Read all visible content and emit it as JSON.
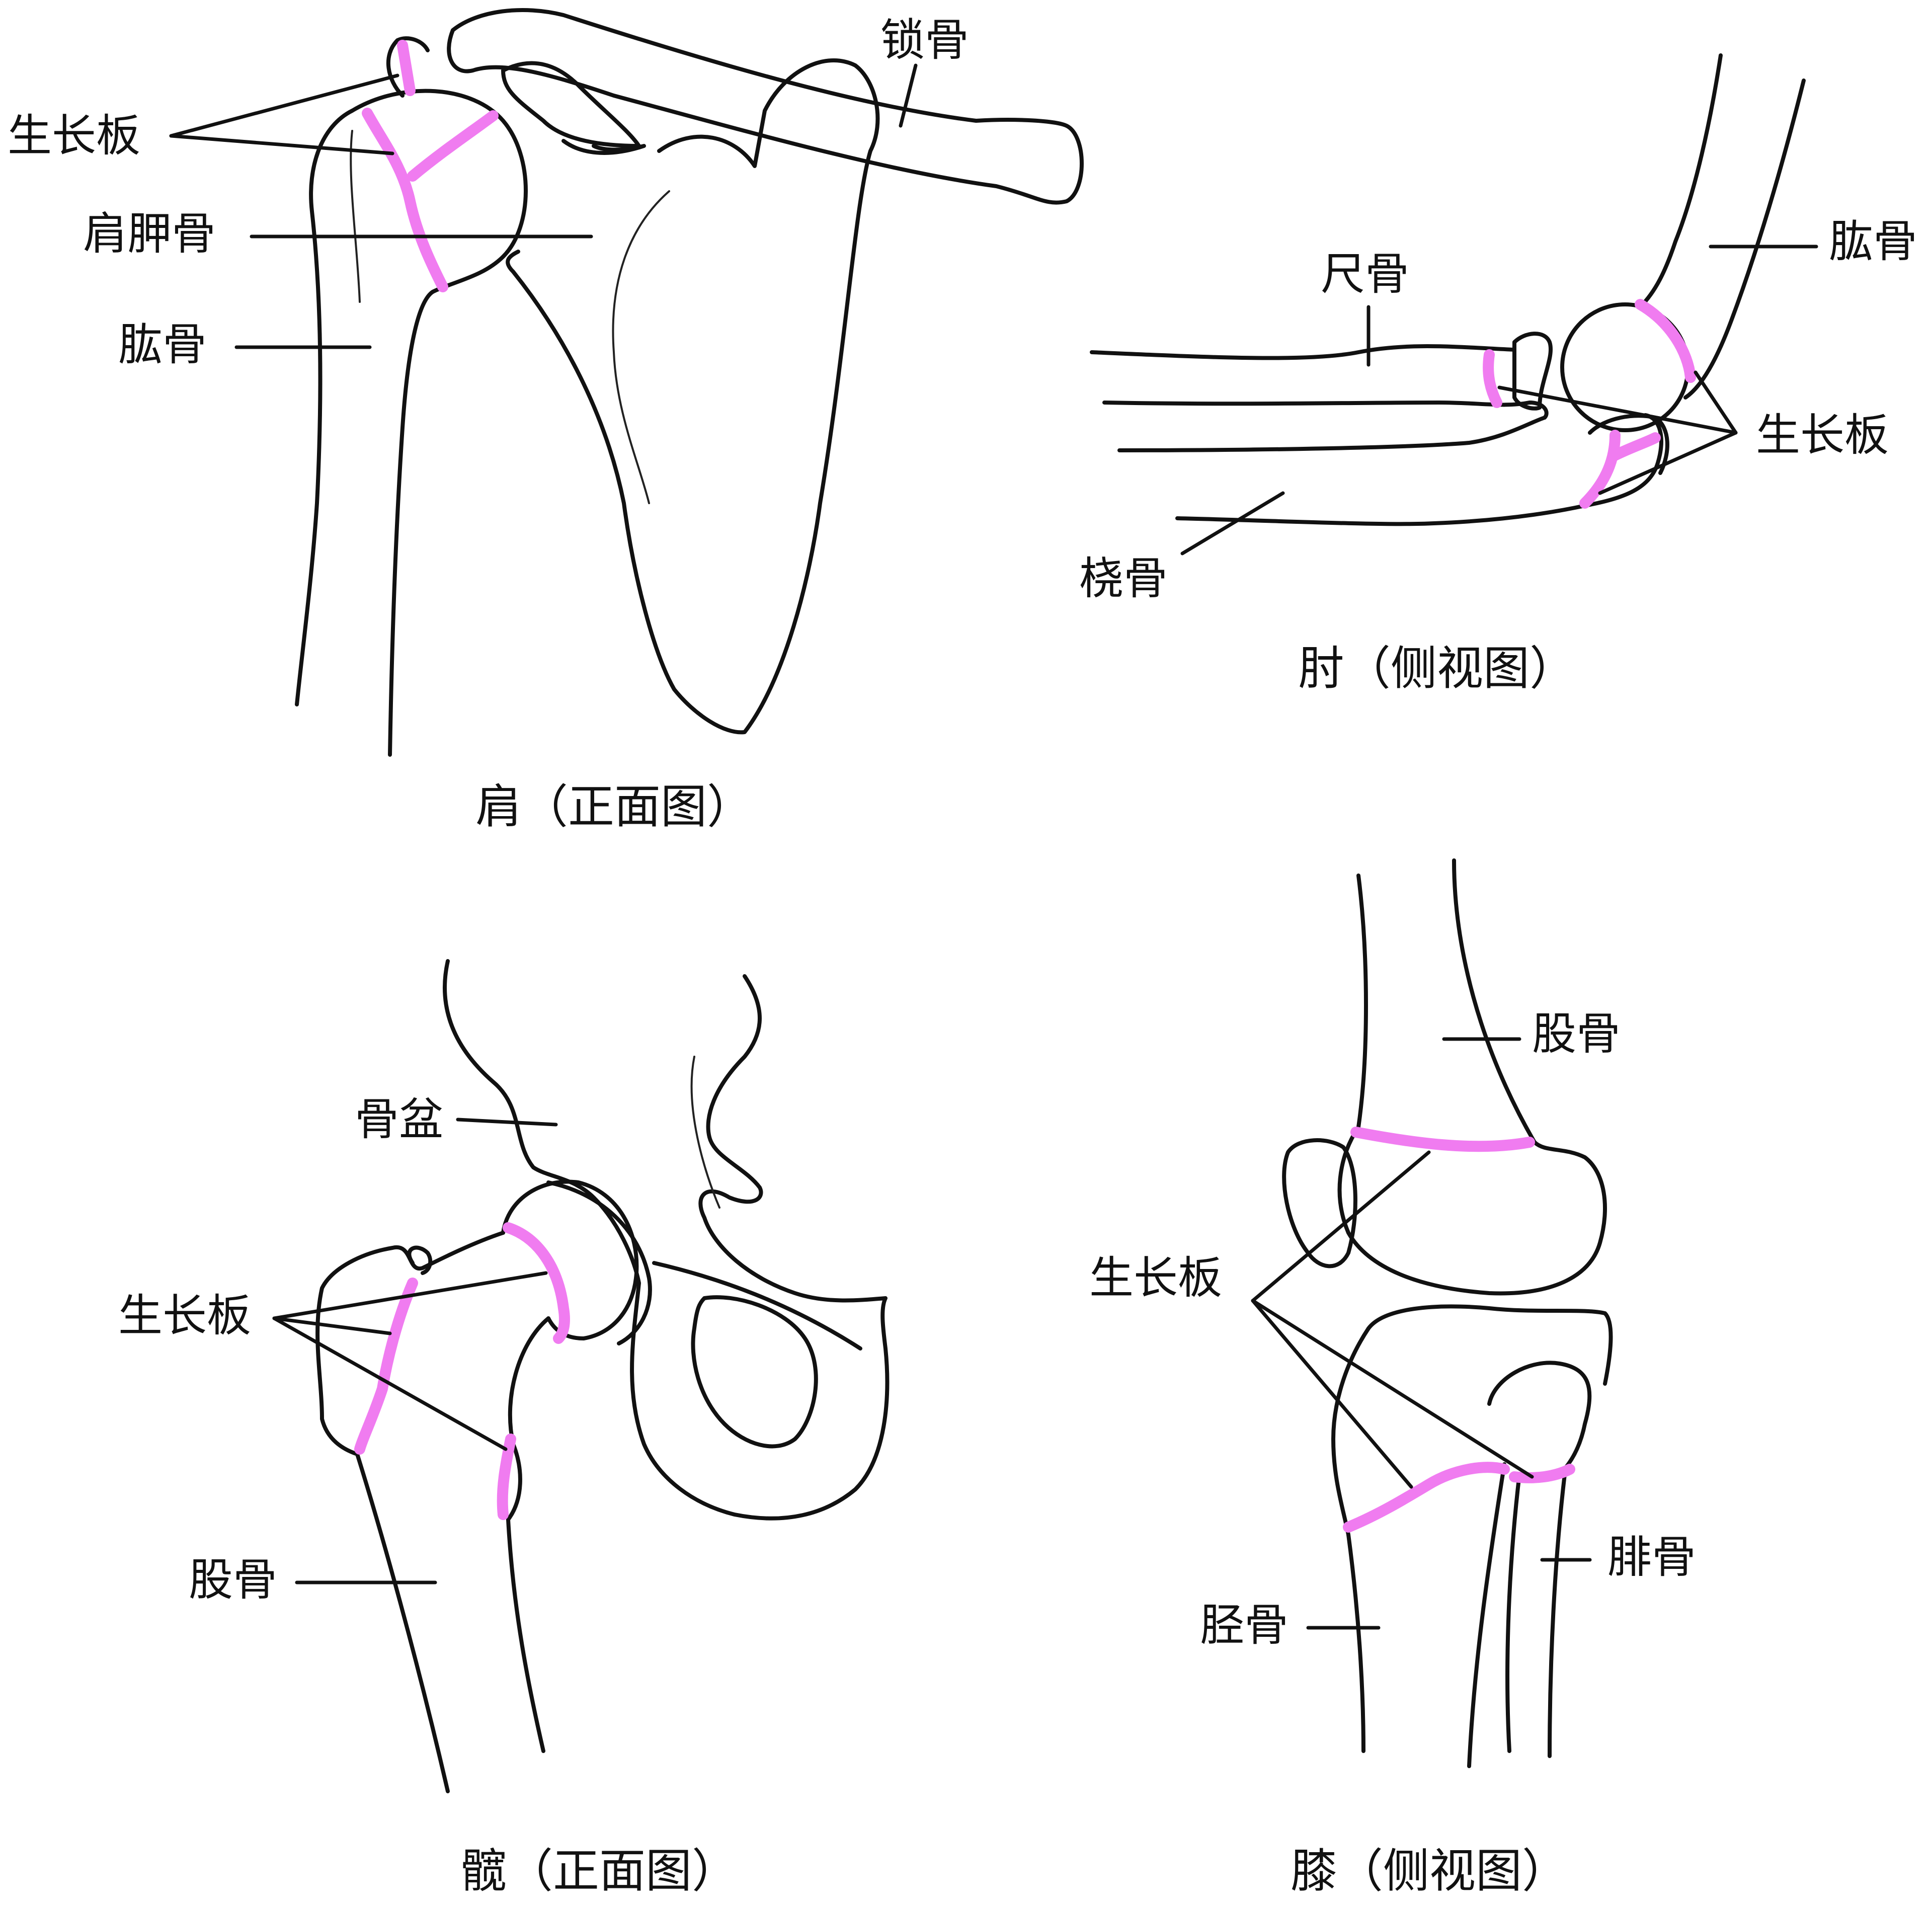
{
  "colors": {
    "growth_plate": "#f07cf0",
    "line": "#111111",
    "background": "#ffffff"
  },
  "shoulder": {
    "caption": "肩（正面图）",
    "clavicle": "锁骨",
    "growth_plate": "生长板",
    "scapula": "肩胛骨",
    "humerus": "肱骨"
  },
  "elbow": {
    "caption": "肘（侧视图）",
    "ulna": "尺骨",
    "humerus": "肱骨",
    "growth_plate": "生长板",
    "radius": "桡骨"
  },
  "hip": {
    "caption": "髋（正面图）",
    "pelvis": "骨盆",
    "growth_plate": "生长板",
    "femur": "股骨"
  },
  "knee": {
    "caption": "膝（侧视图）",
    "femur": "股骨",
    "growth_plate": "生长板",
    "fibula": "腓骨",
    "tibia": "胫骨"
  }
}
